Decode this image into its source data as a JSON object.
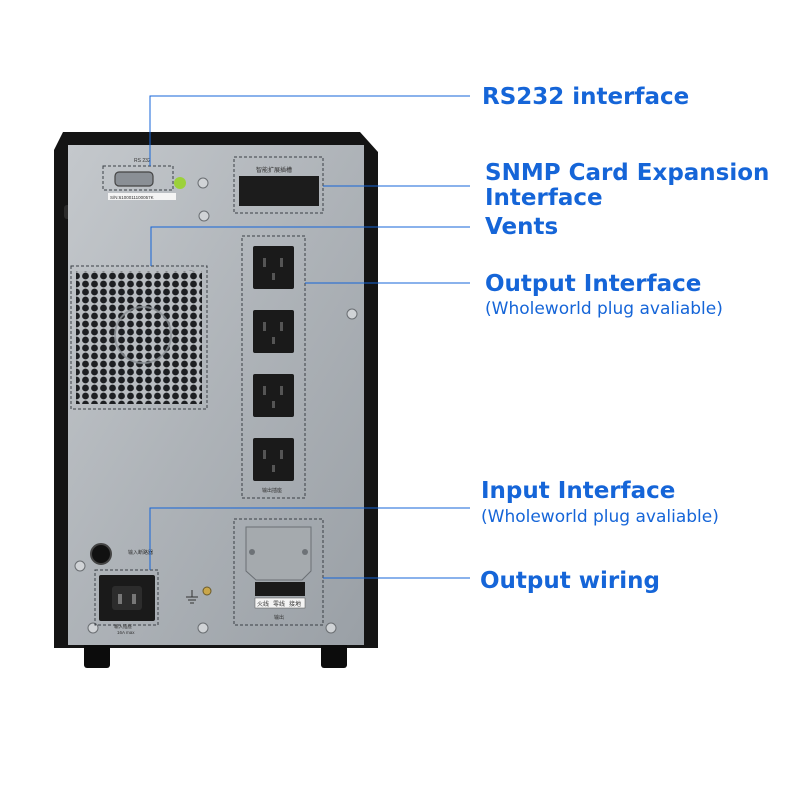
{
  "labels": {
    "rs232": {
      "title": "RS232 interface"
    },
    "snmp": {
      "title_line1": "SNMP Card Expansion",
      "title_line2": "Interface"
    },
    "vents": {
      "title": "Vents"
    },
    "output_interface": {
      "title": "Output Interface",
      "subtitle": "(Wholeworld plug avaliable)"
    },
    "input_interface": {
      "title": "Input Interface",
      "subtitle": "(Wholeworld plug avaliable)"
    },
    "output_wiring": {
      "title": "Output wiring"
    }
  },
  "device": {
    "port_label": "RS 232",
    "serial_sticker": "S/N:6100011100057K",
    "snmp_slot_label": "智能扩展插槽",
    "socket_label": "输出插座",
    "input_label": "输入断路器",
    "input_rating": "输入插座",
    "input_rating_2": "16A max",
    "terminal_labels": [
      "火线",
      "零线",
      "接地"
    ],
    "terminal_caption": "输出"
  },
  "colors": {
    "label_blue": "#1565d8",
    "guide_line": "#1565d8",
    "cabinet_black": "#141414",
    "panel_grey": "#aeb3b8"
  }
}
